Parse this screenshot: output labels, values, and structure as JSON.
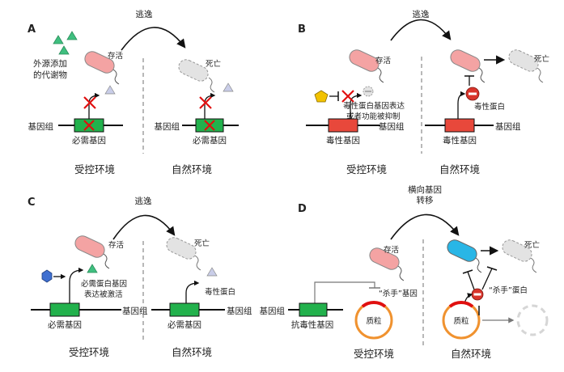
{
  "panels": {
    "A": {
      "letter": "A",
      "escape": "逃逸",
      "external_line1": "外源添加",
      "external_line2": "的代谢物",
      "survive": "存活",
      "death": "死亡",
      "genome_left": "基因组",
      "genome_right": "基因组",
      "essential_left": "必需基因",
      "essential_right": "必需基因",
      "env_controlled": "受控环境",
      "env_natural": "自然环境"
    },
    "B": {
      "letter": "B",
      "escape": "逃逸",
      "survive": "存活",
      "death": "死亡",
      "repress_line1": "毒性蛋白基因表达",
      "repress_line2": "或者功能被抑制",
      "toxic_protein": "毒性蛋白",
      "genome_left": "基因组",
      "genome_right": "基因组",
      "toxic_gene_left": "毒性基因",
      "toxic_gene_right": "毒性基因",
      "env_controlled": "受控环境",
      "env_natural": "自然环境"
    },
    "C": {
      "letter": "C",
      "escape": "逃逸",
      "survive": "存活",
      "death": "死亡",
      "activate_line1": "必需蛋白基因",
      "activate_line2": "表达被激活",
      "toxic_protein": "毒性蛋白",
      "genome_left": "基因组",
      "genome_right": "基因组",
      "essential_left": "必需基因",
      "essential_right": "必需基因",
      "env_controlled": "受控环境",
      "env_natural": "自然环境"
    },
    "D": {
      "letter": "D",
      "hgt_line1": "横向基因",
      "hgt_line2": "转移",
      "survive": "存活",
      "death": "死亡",
      "killer_gene": "“杀手”基因",
      "killer_protein": "“杀手”蛋白",
      "genome": "基因组",
      "antitoxin_gene": "抗毒性基因",
      "plasmid_left": "质粒",
      "plasmid_right": "质粒",
      "env_controlled": "受控环境",
      "env_natural": "自然环境"
    }
  },
  "colors": {
    "cell_alive": "#f4a3a3",
    "cell_dead": "#e3e3e3",
    "cell_blue": "#29b6e6",
    "gene_green": "#22b14c",
    "gene_red": "#e8483b",
    "metabolite": "#3fbf7f",
    "inducer": "#3f6fd0",
    "inhibitor": "#f2c200",
    "plasmid": "#f0922f",
    "x_mark": "#e01010",
    "toxin": "#d9342b"
  }
}
